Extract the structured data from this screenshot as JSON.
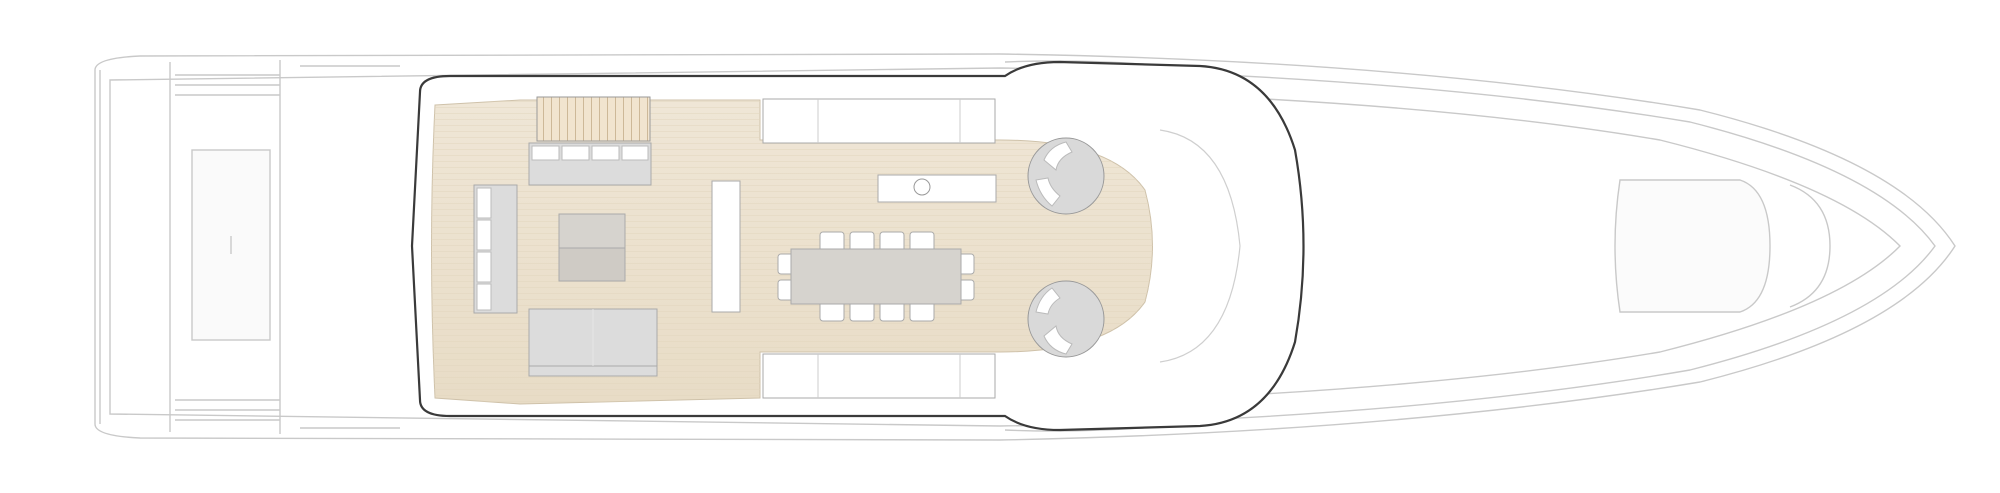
{
  "diagram": {
    "kind": "yacht-upper-deck-plan",
    "colors": {
      "background": "#ffffff",
      "hull_line": "#c9c9c9",
      "deck_outline": "#3a3a3a",
      "teak_floor": "#ece2d0",
      "furniture_fill": "#ffffff",
      "cushion_gray": "#d9d9d9",
      "marble": "#d6d3ce"
    },
    "features": [
      "stairs",
      "sofa",
      "coffee-table",
      "sunpad",
      "console",
      "dining-table",
      "dining-chairs",
      "bar",
      "round-seating"
    ]
  }
}
